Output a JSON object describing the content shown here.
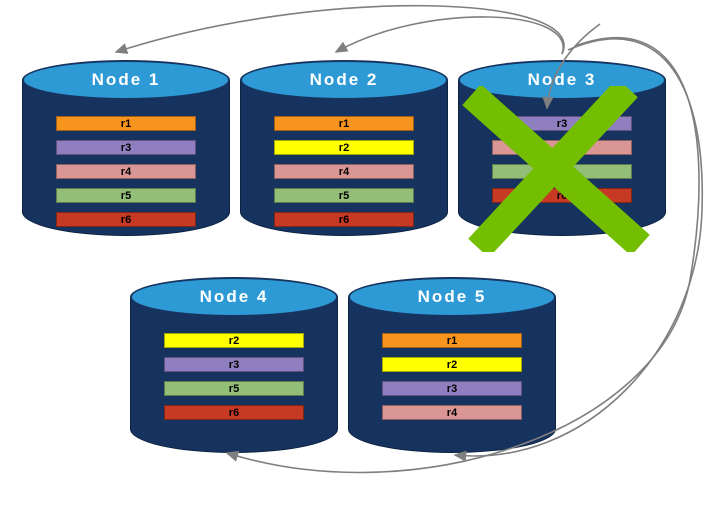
{
  "diagram": {
    "nodes": [
      {
        "id": "node-1",
        "label": "Node 1",
        "failed": false,
        "replicas": [
          {
            "label": "r1",
            "color": "#F7941E"
          },
          {
            "label": "r3",
            "color": "#8F7FC0"
          },
          {
            "label": "r4",
            "color": "#D99694"
          },
          {
            "label": "r5",
            "color": "#93BE77"
          },
          {
            "label": "r6",
            "color": "#C63A24"
          }
        ]
      },
      {
        "id": "node-2",
        "label": "Node 2",
        "failed": false,
        "replicas": [
          {
            "label": "r1",
            "color": "#F7941E"
          },
          {
            "label": "r2",
            "color": "#FFFF00"
          },
          {
            "label": "r4",
            "color": "#D99694"
          },
          {
            "label": "r5",
            "color": "#93BE77"
          },
          {
            "label": "r6",
            "color": "#C63A24"
          }
        ]
      },
      {
        "id": "node-3",
        "label": "Node 3",
        "failed": true,
        "replicas": [
          {
            "label": "r3",
            "color": "#8F7FC0"
          },
          {
            "label": "r4",
            "color": "#D99694"
          },
          {
            "label": "r5",
            "color": "#93BE77"
          },
          {
            "label": "r6",
            "color": "#C63A24"
          }
        ]
      },
      {
        "id": "node-4",
        "label": "Node 4",
        "failed": false,
        "replicas": [
          {
            "label": "r2",
            "color": "#FFFF00"
          },
          {
            "label": "r3",
            "color": "#8F7FC0"
          },
          {
            "label": "r5",
            "color": "#93BE77"
          },
          {
            "label": "r6",
            "color": "#C63A24"
          }
        ]
      },
      {
        "id": "node-5",
        "label": "Node 5",
        "failed": false,
        "replicas": [
          {
            "label": "r1",
            "color": "#F7941E"
          },
          {
            "label": "r2",
            "color": "#FFFF00"
          },
          {
            "label": "r3",
            "color": "#8F7FC0"
          },
          {
            "label": "r4",
            "color": "#D99694"
          }
        ]
      }
    ],
    "cylinder": {
      "body_color": "#15335E",
      "top_color": "#2D9AD5",
      "label_color": "#FFFFFF"
    },
    "failure_marker": {
      "node": "Node 3",
      "shape": "X",
      "color": "#74BE00"
    },
    "arrows": {
      "color": "#7F7F7F",
      "list": [
        {
          "from": "node-3",
          "to": "node-1"
        },
        {
          "from": "node-3",
          "to": "node-2"
        },
        {
          "from": "node-3",
          "to": "node-3"
        },
        {
          "from": "node-3",
          "to": "node-4"
        },
        {
          "from": "node-3",
          "to": "node-5"
        }
      ]
    }
  }
}
